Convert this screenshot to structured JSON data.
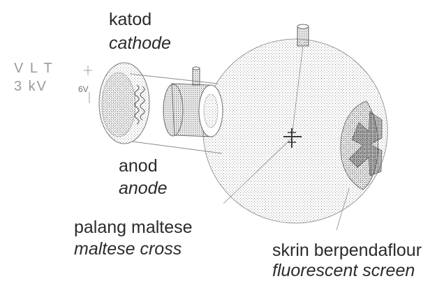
{
  "labels": {
    "cathode_ms": "katod",
    "cathode_en": "cathode",
    "vlt": "V L T",
    "kv": "3 kV",
    "volt": "6V",
    "anode_ms": "anod",
    "anode_en": "anode",
    "cross_ms": "palang maltese",
    "cross_en": "maltese cross",
    "screen_ms": "skrin berpendaflour",
    "screen_en": "fluorescent screen"
  },
  "colors": {
    "text": "#2b2b2b",
    "stipple": "#8c8c8c",
    "shadow": "#555555",
    "faint": "#9a9a9a"
  }
}
